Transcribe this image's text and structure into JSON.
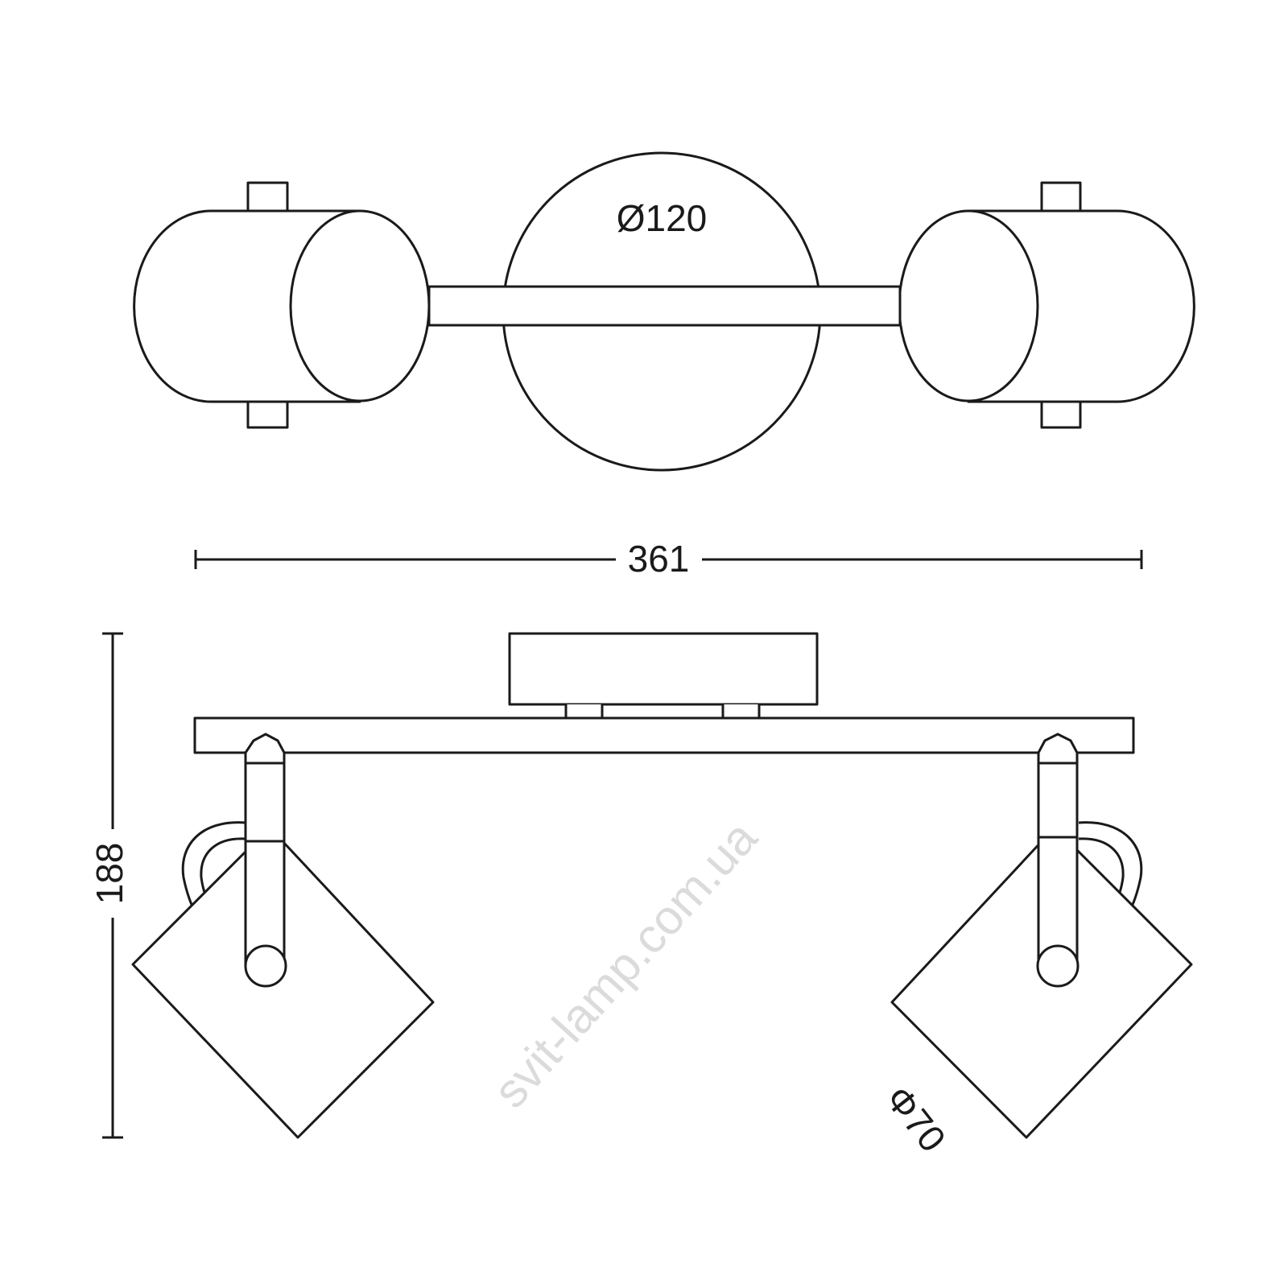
{
  "drawing": {
    "top_view": {
      "canopy_diameter_label": "Ø120"
    },
    "side_view": {
      "width_label": "361",
      "height_label": "188",
      "spot_diameter_label": "Φ70"
    },
    "watermark": "svit-lamp.com.ua",
    "colors": {
      "line": "#1a1a1a",
      "watermark": "#cfcfcf",
      "background": "#ffffff"
    }
  }
}
